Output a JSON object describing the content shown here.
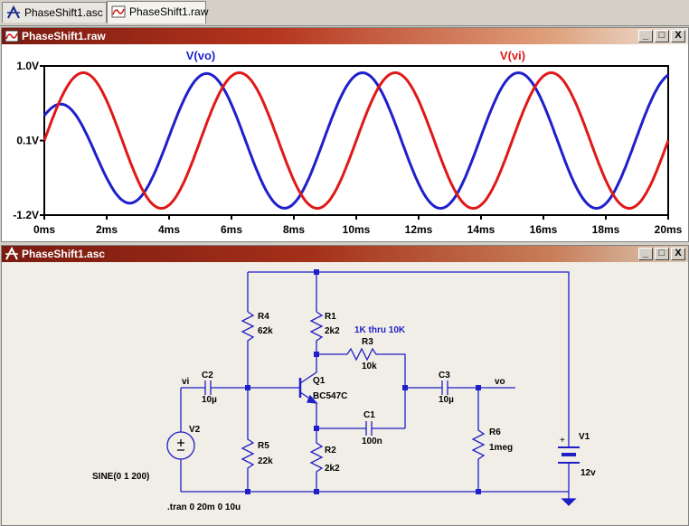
{
  "tabs": [
    {
      "label": "PhaseShift1.asc",
      "icon": "schematic-icon"
    },
    {
      "label": "PhaseShift1.raw",
      "icon": "waveform-icon"
    }
  ],
  "plot_window": {
    "title": "PhaseShift1.raw",
    "controls": [
      "_",
      "□",
      "X"
    ]
  },
  "schematic_window": {
    "title": "PhaseShift1.asc",
    "controls": [
      "_",
      "□",
      "X"
    ]
  },
  "chart_data": {
    "type": "line",
    "xlabel": "",
    "ylabel": "",
    "xlim": [
      0,
      20
    ],
    "ylim": [
      -1.2,
      1.0
    ],
    "x_ticks": [
      "0ms",
      "2ms",
      "4ms",
      "6ms",
      "8ms",
      "10ms",
      "12ms",
      "14ms",
      "16ms",
      "18ms",
      "20ms"
    ],
    "y_ticks": [
      "1.0V",
      "0.1V",
      "-1.2V"
    ],
    "y_tick_values": [
      1.0,
      -0.1,
      -1.2
    ],
    "series": [
      {
        "name": "V(vo)",
        "color": "#1f1fcc",
        "amplitude": 1.0,
        "offset": -0.1,
        "period_ms": 5.0,
        "peak_ms": 5.2,
        "transient": true
      },
      {
        "name": "V(vi)",
        "color": "#e01818",
        "amplitude": 1.0,
        "offset": -0.1,
        "period_ms": 5.0,
        "peak_ms": 1.25,
        "transient": false
      }
    ]
  },
  "schematic": {
    "components": [
      {
        "ref": "R4",
        "value": "62k"
      },
      {
        "ref": "R1",
        "value": "2k2"
      },
      {
        "ref": "R3",
        "value": "10k"
      },
      {
        "ref": "C2",
        "value": "10µ"
      },
      {
        "ref": "Q1",
        "value": "BC547C"
      },
      {
        "ref": "C3",
        "value": "10µ"
      },
      {
        "ref": "V2",
        "value": ""
      },
      {
        "ref": "C1",
        "value": "100n"
      },
      {
        "ref": "R6",
        "value": "1meg"
      },
      {
        "ref": "V1",
        "value": "12v"
      },
      {
        "ref": "R5",
        "value": "22k"
      },
      {
        "ref": "R2",
        "value": "2k2"
      }
    ],
    "net_labels": {
      "vi": "vi",
      "vo": "vo"
    },
    "step_note": "1K thru 10K",
    "source_spec": "SINE(0 1 200)",
    "directive": ".tran 0 20m 0 10u",
    "polarity_plus": "+"
  }
}
